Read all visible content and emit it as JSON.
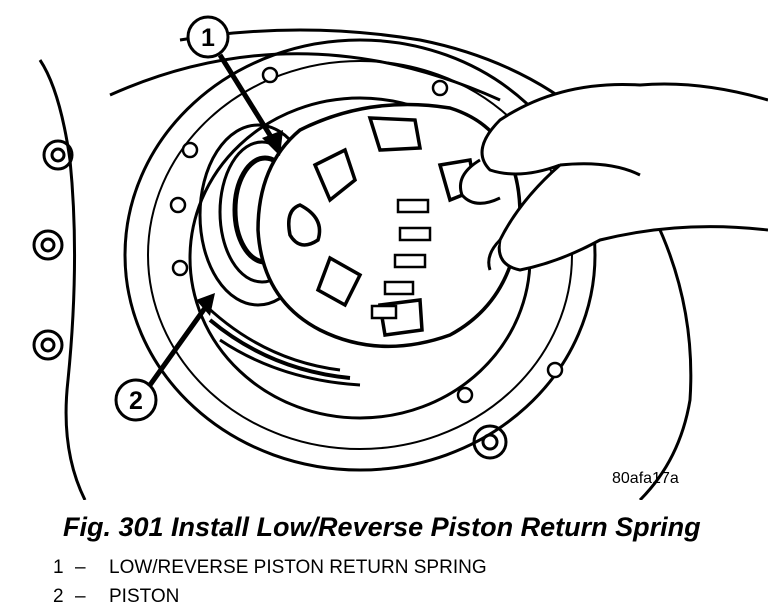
{
  "figure": {
    "ref_code": "80afa17a",
    "callouts": [
      {
        "number": "1"
      },
      {
        "number": "2"
      }
    ]
  },
  "caption": "Fig. 301 Install Low/Reverse Piston Return Spring",
  "legend": [
    {
      "number": "1",
      "dash": "–",
      "text": "LOW/REVERSE PISTON RETURN SPRING"
    },
    {
      "number": "2",
      "dash": "–",
      "text": "PISTON"
    }
  ]
}
